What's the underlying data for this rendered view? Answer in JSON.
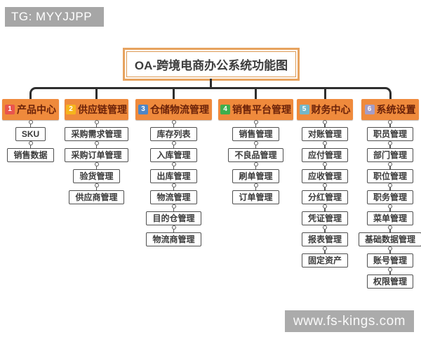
{
  "overlays": {
    "tg_badge": "TG: MYYJJPP",
    "watermark": "www.fs-kings.com"
  },
  "title": "OA-跨境电商办公系统功能图",
  "colors": {
    "header_bg": "#ef8a3c",
    "header_text": "#6b2209",
    "connector_line": "#2e2e2e",
    "node_border": "#4f4f4f",
    "badge_1": "#e8554d",
    "badge_2": "#f6b41d",
    "badge_3": "#4e86c5",
    "badge_4": "#3fae4c",
    "badge_5": "#74b7c9",
    "badge_6": "#a69dc6",
    "tg_badge_bg": "#a6a6a6",
    "watermark_bg": "#ababab",
    "title_border": "#e7a35f"
  },
  "columns": [
    {
      "num": "1",
      "label": "产品中心",
      "items": [
        "SKU",
        "销售数据"
      ]
    },
    {
      "num": "2",
      "label": "供应链管理",
      "items": [
        "采购需求管理",
        "采购订单管理",
        "验货管理",
        "供应商管理"
      ]
    },
    {
      "num": "3",
      "label": "仓储物流管理",
      "items": [
        "库存列表",
        "入库管理",
        "出库管理",
        "物流管理",
        "目的仓管理",
        "物流商管理"
      ]
    },
    {
      "num": "4",
      "label": "销售平台管理",
      "items": [
        "销售管理",
        "不良品管理",
        "刷单管理",
        "订单管理"
      ]
    },
    {
      "num": "5",
      "label": "财务中心",
      "items": [
        "对账管理",
        "应付管理",
        "应收管理",
        "分红管理",
        "凭证管理",
        "报表管理",
        "固定资产"
      ]
    },
    {
      "num": "6",
      "label": "系统设置",
      "items": [
        "职员管理",
        "部门管理",
        "职位管理",
        "职务管理",
        "菜单管理",
        "基础数据管理",
        "账号管理",
        "权限管理"
      ]
    }
  ]
}
